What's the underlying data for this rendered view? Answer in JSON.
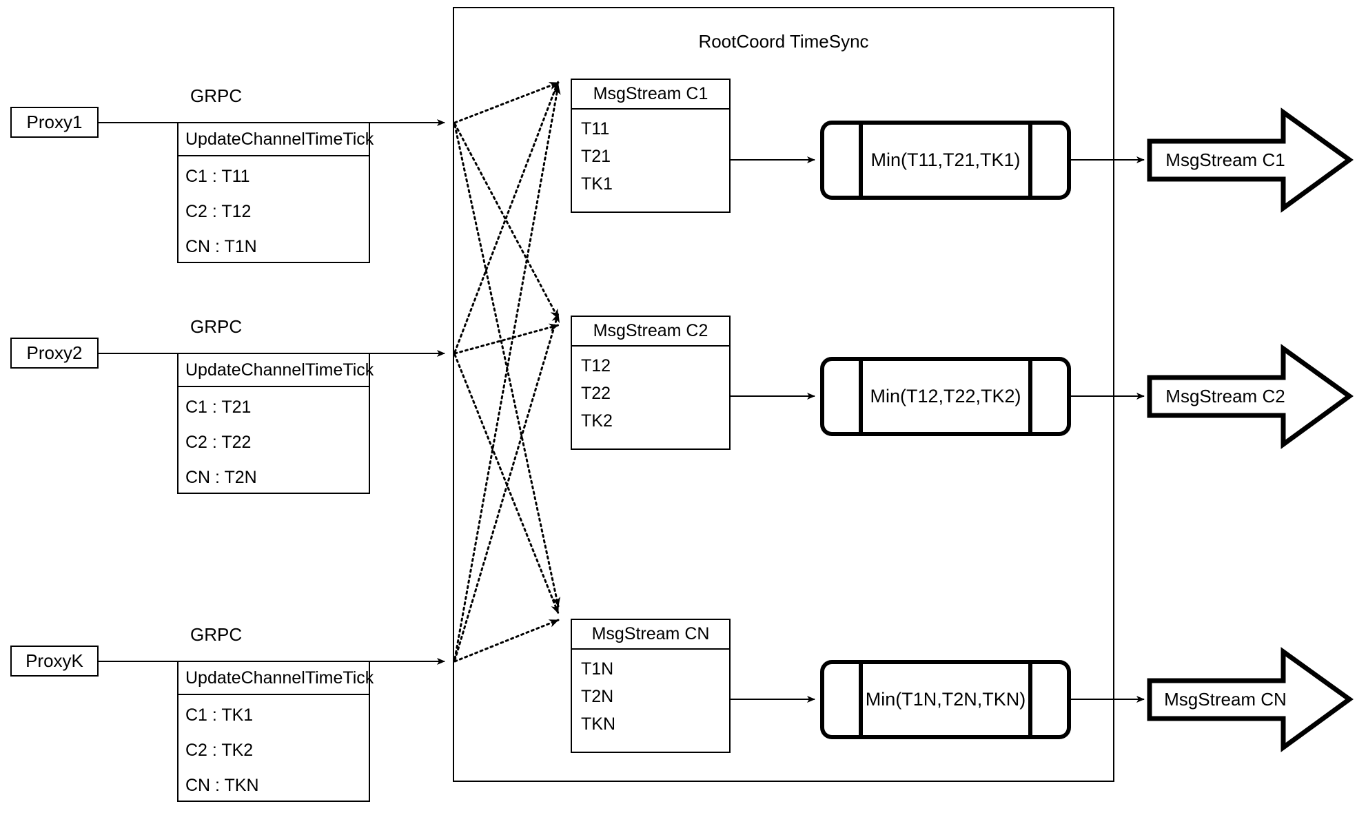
{
  "diagram": {
    "title": "RootCoord TimeSync",
    "container_label": "RootCoord TimeSync"
  },
  "proxies": [
    {
      "name": "Proxy1",
      "link_label": "GRPC",
      "rpc": {
        "title": "UpdateChannelTimeTick",
        "rows": [
          "C1 :  T11",
          "C2 :  T12",
          "CN : T1N"
        ]
      }
    },
    {
      "name": "Proxy2",
      "link_label": "GRPC",
      "rpc": {
        "title": "UpdateChannelTimeTick",
        "rows": [
          "C1 :  T21",
          "C2 :  T22",
          "CN : T2N"
        ]
      }
    },
    {
      "name": "ProxyK",
      "link_label": "GRPC",
      "rpc": {
        "title": "UpdateChannelTimeTick",
        "rows": [
          "C1 :  TK1",
          "C2 :  TK2",
          "CN : TKN"
        ]
      }
    }
  ],
  "channels": [
    {
      "stream": {
        "title": "MsgStream C1",
        "rows": [
          "T11",
          "T21",
          "TK1"
        ]
      },
      "process": {
        "label": "Min(T11,T21,TK1)"
      },
      "output": {
        "label": "MsgStream C1"
      }
    },
    {
      "stream": {
        "title": "MsgStream C2",
        "rows": [
          "T12",
          "T22",
          "TK2"
        ]
      },
      "process": {
        "label": "Min(T12,T22,TK2)"
      },
      "output": {
        "label": "MsgStream C2"
      }
    },
    {
      "stream": {
        "title": "MsgStream CN",
        "rows": [
          "T1N",
          "T2N",
          "TKN"
        ]
      },
      "process": {
        "label": "Min(T1N,T2N,TKN)"
      },
      "output": {
        "label": "MsgStream CN"
      }
    }
  ],
  "colors": {
    "stroke": "#000000",
    "background": "#ffffff"
  }
}
